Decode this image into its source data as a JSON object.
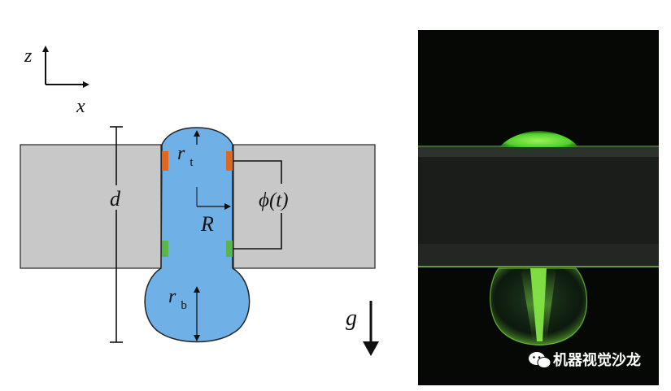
{
  "diagram": {
    "axis_z_label": "z",
    "axis_x_label": "x",
    "label_d": "d",
    "label_rt_main": "r",
    "label_rt_sub": "t",
    "label_R": "R",
    "label_phi": "ϕ(t)",
    "label_rb_main": "r",
    "label_rb_sub": "b",
    "label_g": "g"
  },
  "watermark": {
    "text": "机器视觉沙龙",
    "icon": "wechat-icon"
  },
  "colors": {
    "plate": "#c8c8c8",
    "liquid": "#6fb1e6",
    "upper_contact": "#e0671d",
    "lower_contact": "#58b64a",
    "photo_bg": "#050805",
    "glow": "#7de340"
  }
}
